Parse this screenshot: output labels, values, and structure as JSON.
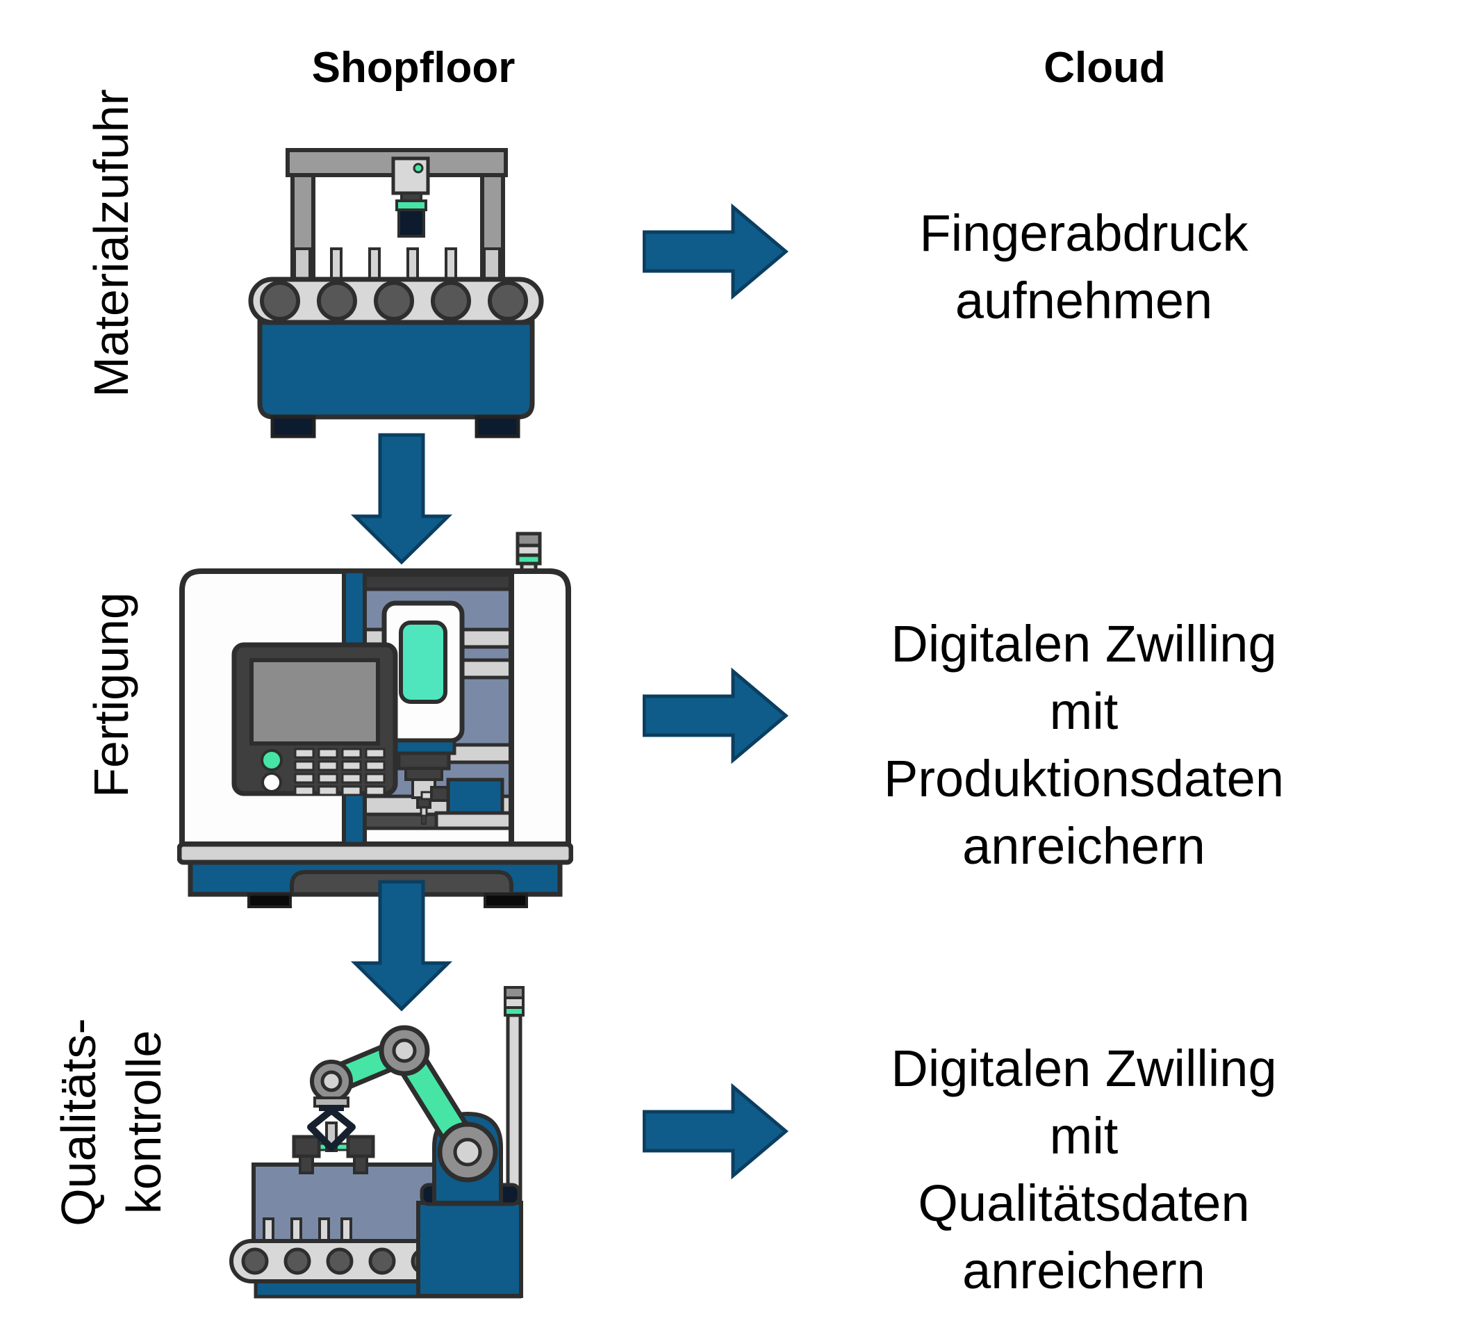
{
  "headers": {
    "shopfloor": "Shopfloor",
    "cloud": "Cloud"
  },
  "rows": [
    {
      "stage_label": "Materialzufuhr",
      "machine_icon": "conveyor-camera-station-icon",
      "cloud_text": "Fingerabdruck\naufnehmen"
    },
    {
      "stage_label": "Fertigung",
      "machine_icon": "cnc-milling-machine-icon",
      "cloud_text": "Digitalen Zwilling\nmit Produktionsdaten\nanreichern"
    },
    {
      "stage_label": "Qualitäts-\nkontrolle",
      "machine_icon": "robot-inspection-station-icon",
      "cloud_text": "Digitalen Zwilling\nmit Qualitätsdaten\nanreichern"
    }
  ],
  "icons": {
    "flow_right": "right-arrow-icon",
    "flow_down": "down-arrow-icon"
  },
  "colors": {
    "accent_blue": "#0f5c8a",
    "accent_blue_dark": "#0b3e60",
    "mint_green": "#46e5a5",
    "mint_window": "#4fe6be",
    "slate_blue": "#7a8aa6",
    "light_gray": "#d8d8d8",
    "machine_gray": "#8f8f8f",
    "panel_dark": "#3f3f3f",
    "navy": "#0d1b2e",
    "outline": "#2e2e2e",
    "text": "#000000",
    "background": "#ffffff"
  }
}
